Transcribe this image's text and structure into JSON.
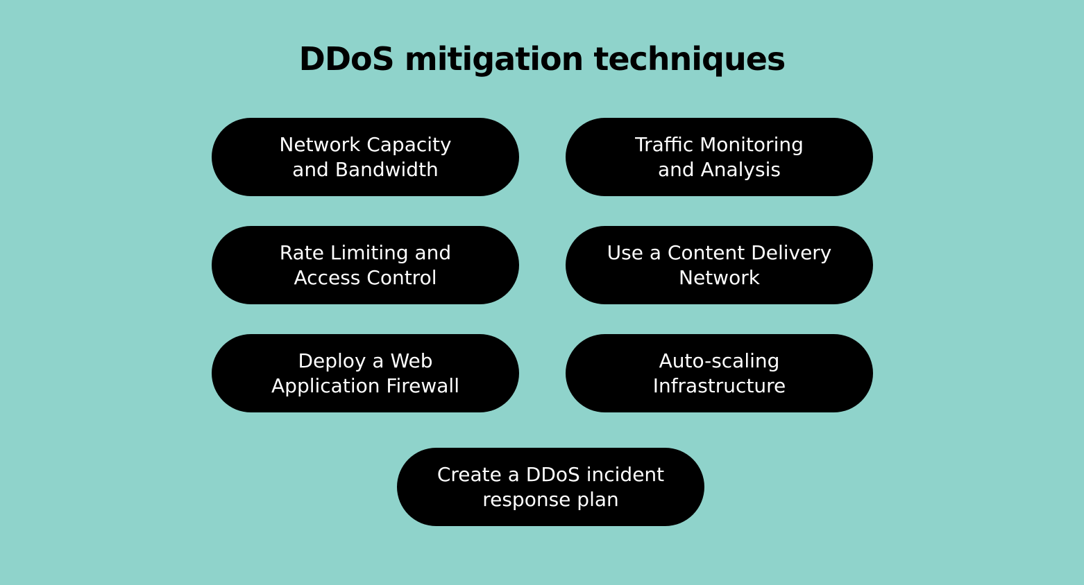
{
  "title": "DDoS mitigation techniques",
  "items": [
    {
      "label": "Network Capacity\nand Bandwidth"
    },
    {
      "label": "Traffic Monitoring\nand Analysis"
    },
    {
      "label": "Rate Limiting and\nAccess Control"
    },
    {
      "label": "Use a Content Delivery\nNetwork"
    },
    {
      "label": "Deploy a Web\nApplication Firewall"
    },
    {
      "label": "Auto-scaling\nInfrastructure"
    },
    {
      "label": "Create a DDoS incident\nresponse plan"
    }
  ],
  "colors": {
    "background": "#8fd3cb",
    "pill": "#000000",
    "pill_text": "#ffffff"
  }
}
